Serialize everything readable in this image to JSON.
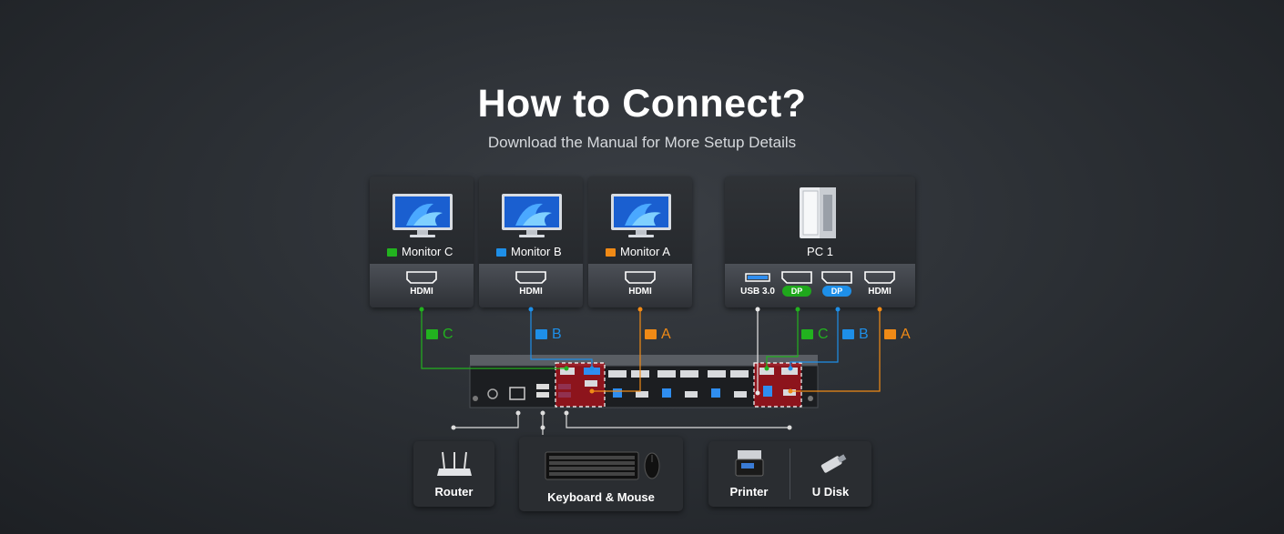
{
  "header": {
    "title": "How to Connect?",
    "subtitle": "Download the Manual for More Setup Details"
  },
  "monitors": [
    {
      "label": "Monitor C",
      "port": "HDMI",
      "color": "#22b21f"
    },
    {
      "label": "Monitor B",
      "port": "HDMI",
      "color": "#1e8fe8"
    },
    {
      "label": "Monitor A",
      "port": "HDMI",
      "color": "#f08a16"
    }
  ],
  "pc": {
    "label": "PC 1",
    "ports": [
      {
        "label": "USB 3.0"
      },
      {
        "label": "DP",
        "color": "#22b21f"
      },
      {
        "label": "DP",
        "color": "#1e8fe8"
      },
      {
        "label": "HDMI"
      }
    ]
  },
  "connections": {
    "monitor_side": [
      {
        "letter": "C",
        "color": "#22b21f"
      },
      {
        "letter": "B",
        "color": "#1e8fe8"
      },
      {
        "letter": "A",
        "color": "#f08a16"
      }
    ],
    "pc_side": [
      {
        "letter": "C",
        "color": "#22b21f"
      },
      {
        "letter": "B",
        "color": "#1e8fe8"
      },
      {
        "letter": "A",
        "color": "#f08a16"
      }
    ]
  },
  "peripherals": {
    "router": "Router",
    "keyboard_mouse": "Keyboard & Mouse",
    "printer": "Printer",
    "udisk": "U Disk"
  }
}
